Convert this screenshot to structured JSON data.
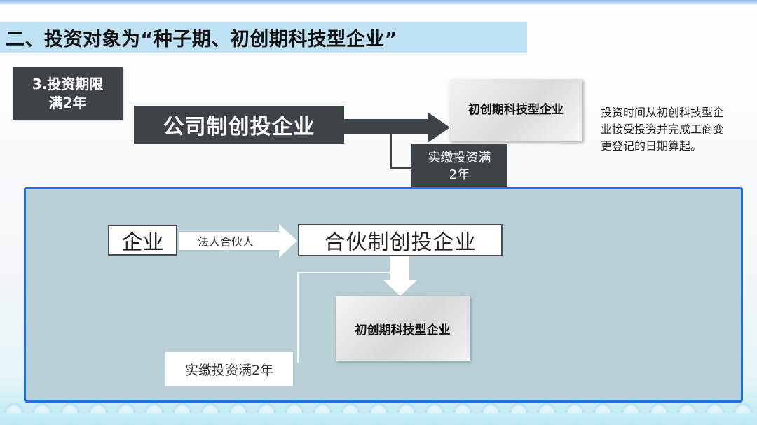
{
  "slide": {
    "title": "二、投资对象为“种子期、初创期科技型企业”"
  },
  "period_label": {
    "line1": "3.投资期限",
    "line2": "满2年"
  },
  "corporate_path": {
    "source": "公司制创投企业",
    "target": "初创期科技型企业",
    "condition_line1": "实缴投资满",
    "condition_line2": "2年",
    "note": "投资时间从初创科技型企业接受投资并完成工商变更登记的日期算起。"
  },
  "partnership_path": {
    "origin": "企业",
    "relation": "法人合伙人",
    "vehicle": "合伙制创投企业",
    "target": "初创期科技型企业",
    "condition": "实缴投资满2年"
  },
  "colors": {
    "title_bg": "#bfe1f4",
    "dark_box": "#3d4346",
    "panel_bg": "#b7cfd5",
    "panel_border": "#1e73e8"
  }
}
